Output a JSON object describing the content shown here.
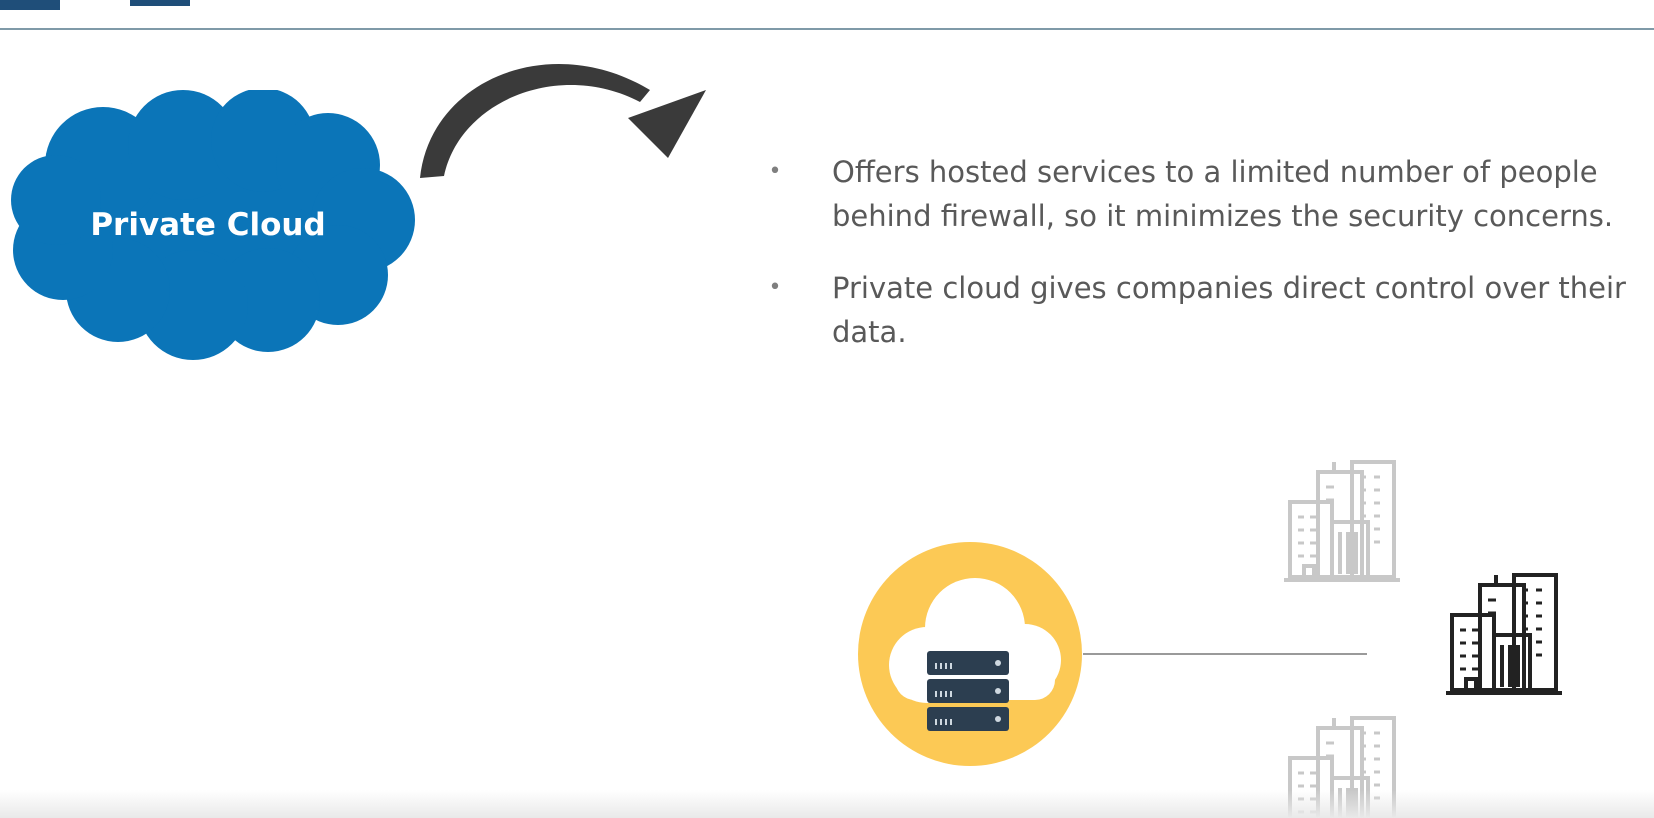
{
  "slide": {
    "cloud_label": "Private Cloud",
    "bullets": [
      "Offers hosted services to a limited number of people behind firewall, so it minimizes the security concerns.",
      "Private cloud gives companies direct control over their data."
    ],
    "bullet_symbol": "•"
  },
  "colors": {
    "cloud_blue": "#0b75b8",
    "accent_yellow": "#fcc955",
    "server_navy": "#2c3e50",
    "arrow_dark": "#3a3a3a",
    "building_active": "#222222",
    "building_faded": "#c8c8c8",
    "text_gray": "#595959"
  },
  "icons": [
    "cloud-shape",
    "curved-arrow-icon",
    "cloud-server-icon",
    "building-icon"
  ]
}
